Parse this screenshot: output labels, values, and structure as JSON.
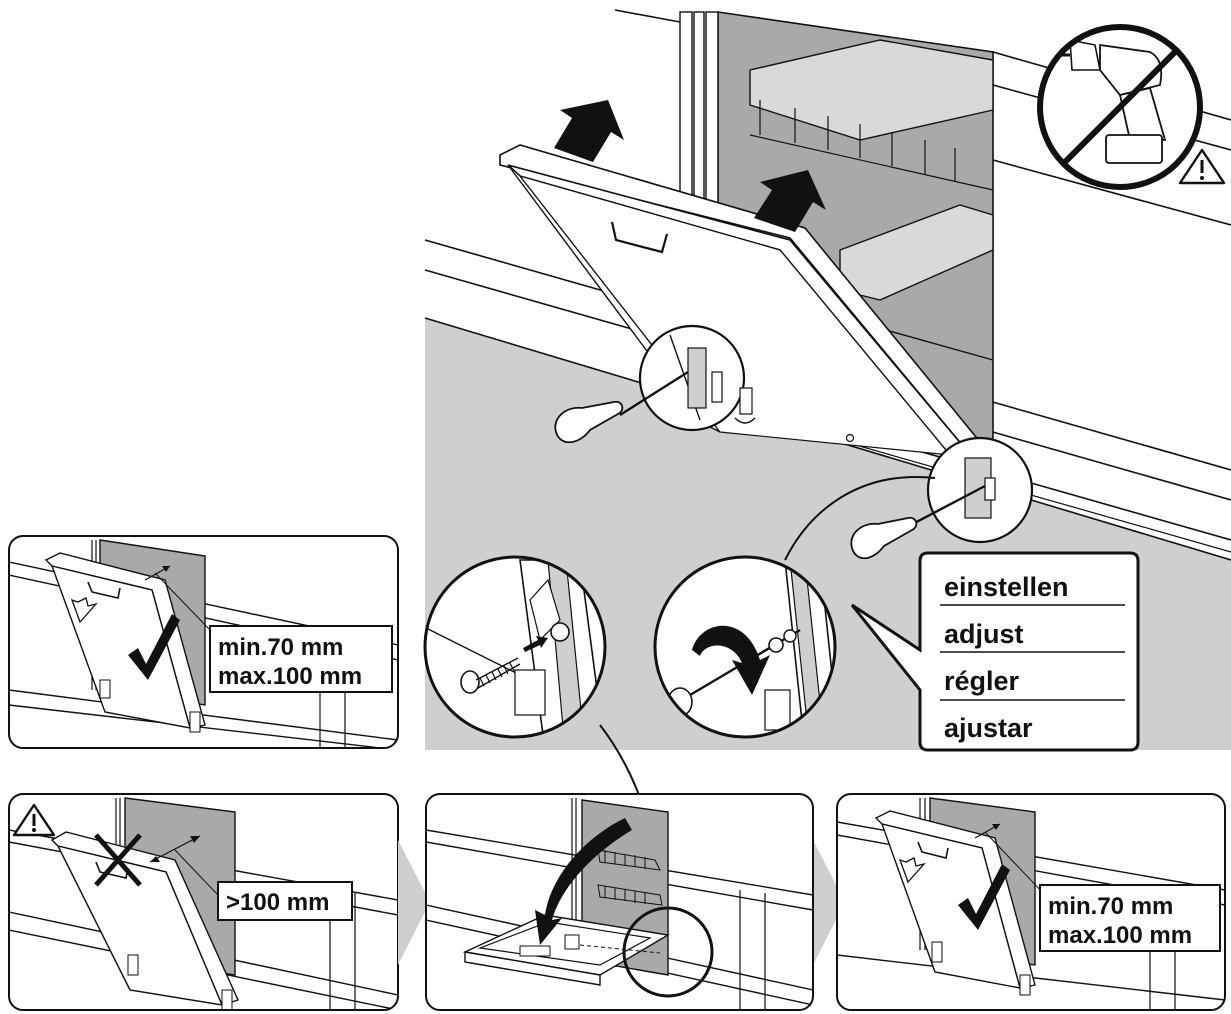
{
  "labels": {
    "top_left_range": [
      "min.70 mm",
      "max.100 mm"
    ],
    "bottom_left_gap": ">100 mm",
    "bottom_right_range": [
      "min.70 mm",
      "max.100 mm"
    ],
    "adjust_words": [
      "einstellen",
      "adjust",
      "régler",
      "ajustar"
    ]
  },
  "icons": [
    "no-drill-icon",
    "warning-triangle-icon",
    "check-mark-icon",
    "cross-mark-icon",
    "arrow-up-icon",
    "curved-arrow-icon",
    "next-step-arrow-icon",
    "screwdriver-icon",
    "screw-icon"
  ],
  "colors": {
    "line": "#111111",
    "panel_gray": "#cfcfcf",
    "dark_gray": "#a9a9a9",
    "background": "#ffffff"
  }
}
